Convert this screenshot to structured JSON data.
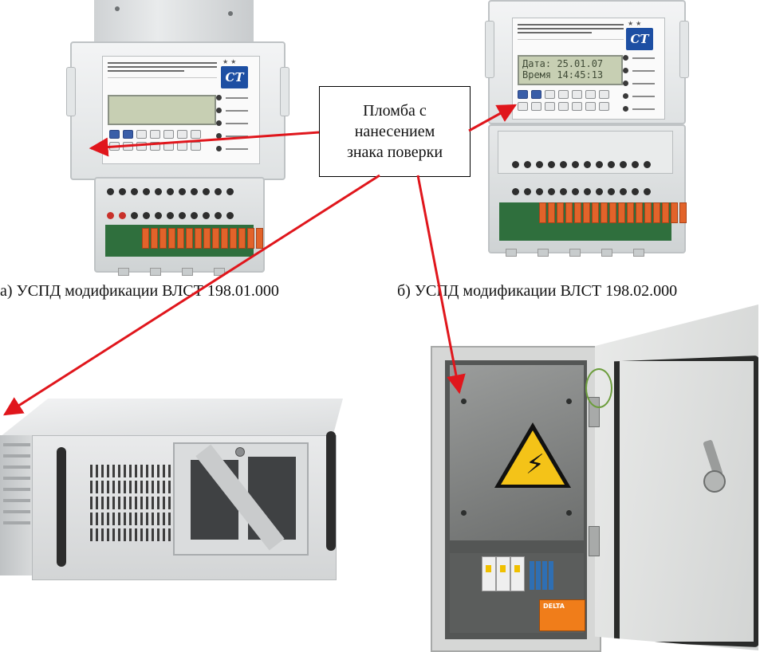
{
  "callout": {
    "line1": "Пломба с",
    "line2": "нанесением",
    "line3": "знака поверки"
  },
  "captions": {
    "a": "а) УСПД модификации ВЛСТ 198.01.000",
    "b": "б) УСПД модификации ВЛСТ 198.02.000"
  },
  "device_a": {
    "lcd_line1": "",
    "lcd_line2": ""
  },
  "device_b": {
    "lcd_line1": "Дата: 25.01.07",
    "lcd_line2": "Время 14:45:13"
  },
  "cabinet": {
    "battery_brand": "DELTA"
  },
  "colors": {
    "arrow": "#e0161c",
    "logo": "#1d4fa3",
    "warning": "#f4c318",
    "battery": "#f07d1a"
  }
}
